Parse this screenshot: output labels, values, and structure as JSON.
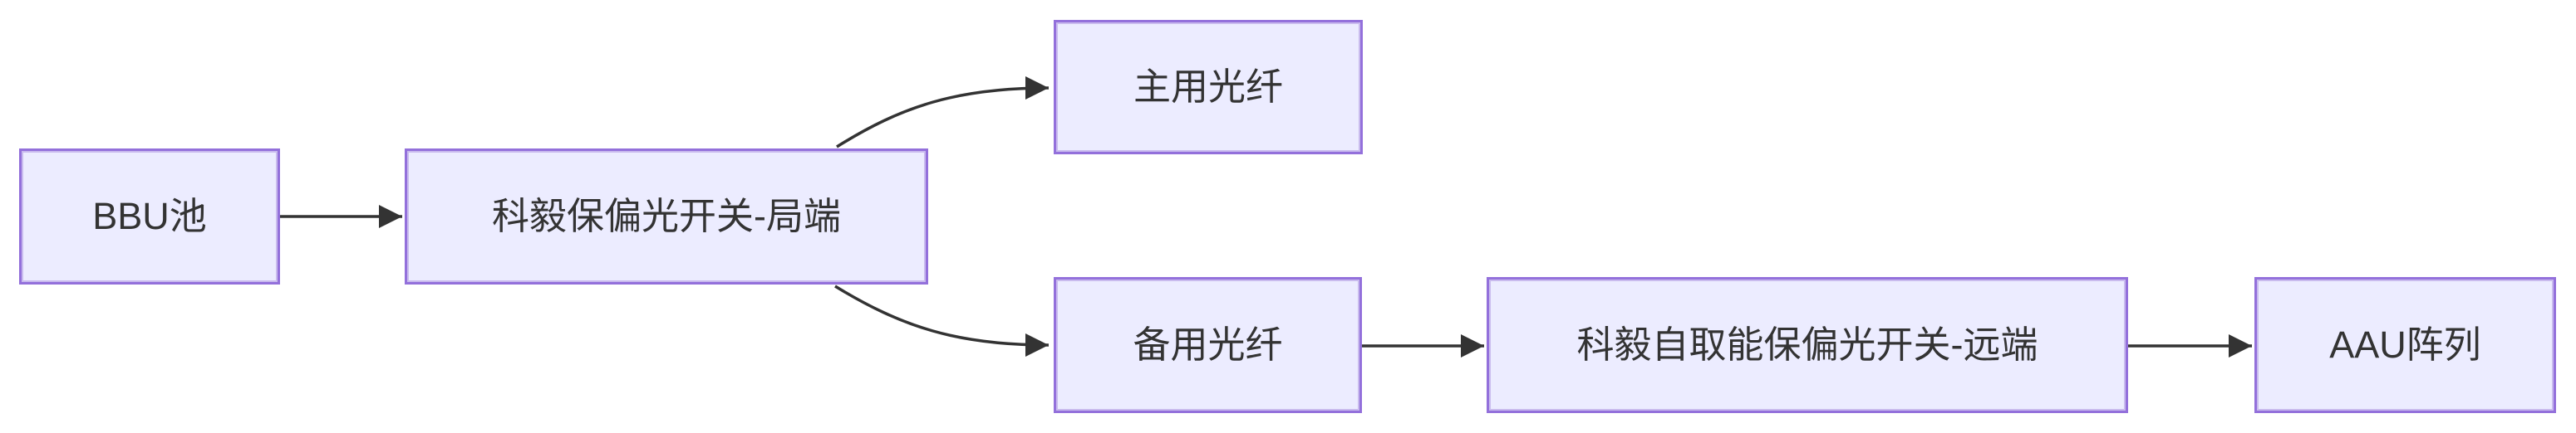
{
  "diagram": {
    "type": "flowchart",
    "direction": "left-to-right",
    "background": "#FFFFFF",
    "colors": {
      "node_fill": "#ECECFF",
      "node_border": "#9370DB",
      "text": "#333333",
      "arrow": "#333333"
    },
    "nodes": [
      {
        "id": "bbu",
        "label": "BBU池"
      },
      {
        "id": "local-switch",
        "label": "科毅保偏光开关-局端"
      },
      {
        "id": "primary-fiber",
        "label": "主用光纤"
      },
      {
        "id": "backup-fiber",
        "label": "备用光纤"
      },
      {
        "id": "remote-switch",
        "label": "科毅自取能保偏光开关-远端"
      },
      {
        "id": "aau",
        "label": "AAU阵列"
      }
    ],
    "edges": [
      {
        "from": "BBU池",
        "to": "科毅保偏光开关-局端"
      },
      {
        "from": "科毅保偏光开关-局端",
        "to": "主用光纤"
      },
      {
        "from": "科毅保偏光开关-局端",
        "to": "备用光纤"
      },
      {
        "from": "备用光纤",
        "to": "科毅自取能保偏光开关-远端"
      },
      {
        "from": "科毅自取能保偏光开关-远端",
        "to": "AAU阵列"
      }
    ]
  }
}
